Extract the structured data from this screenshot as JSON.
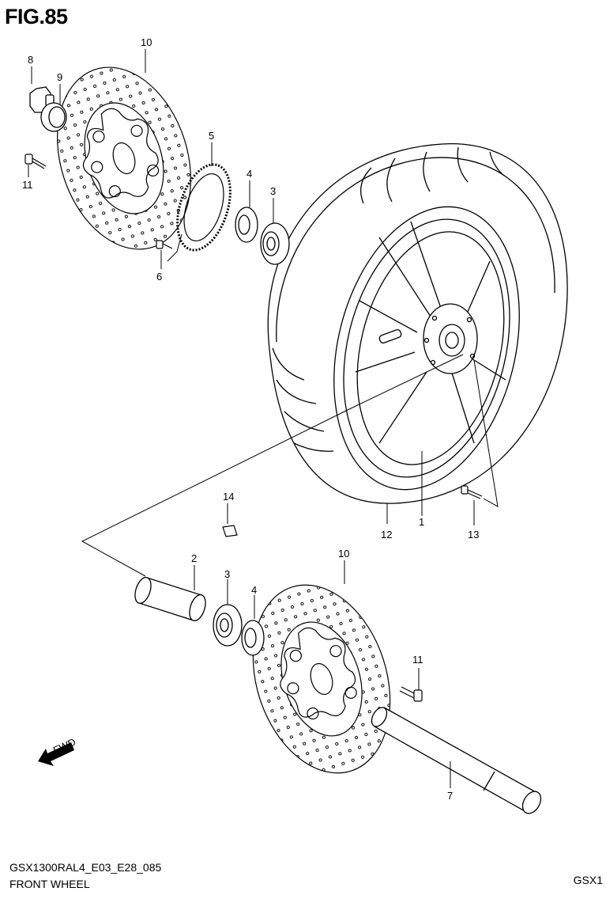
{
  "figure_title": "FIG.85",
  "footer": {
    "model_code": "GSX1300RAL4_E03_E28_085",
    "section_name": "FRONT WHEEL",
    "right_code": "GSX1"
  },
  "fwd_label": "FWD",
  "part_labels": {
    "p1": "1",
    "p2": "2",
    "p3a": "3",
    "p3b": "3",
    "p4a": "4",
    "p4b": "4",
    "p5": "5",
    "p6": "6",
    "p7": "7",
    "p8": "8",
    "p9": "9",
    "p10a": "10",
    "p10b": "10",
    "p11a": "11",
    "p11b": "11",
    "p12": "12",
    "p13": "13",
    "p14": "14"
  }
}
